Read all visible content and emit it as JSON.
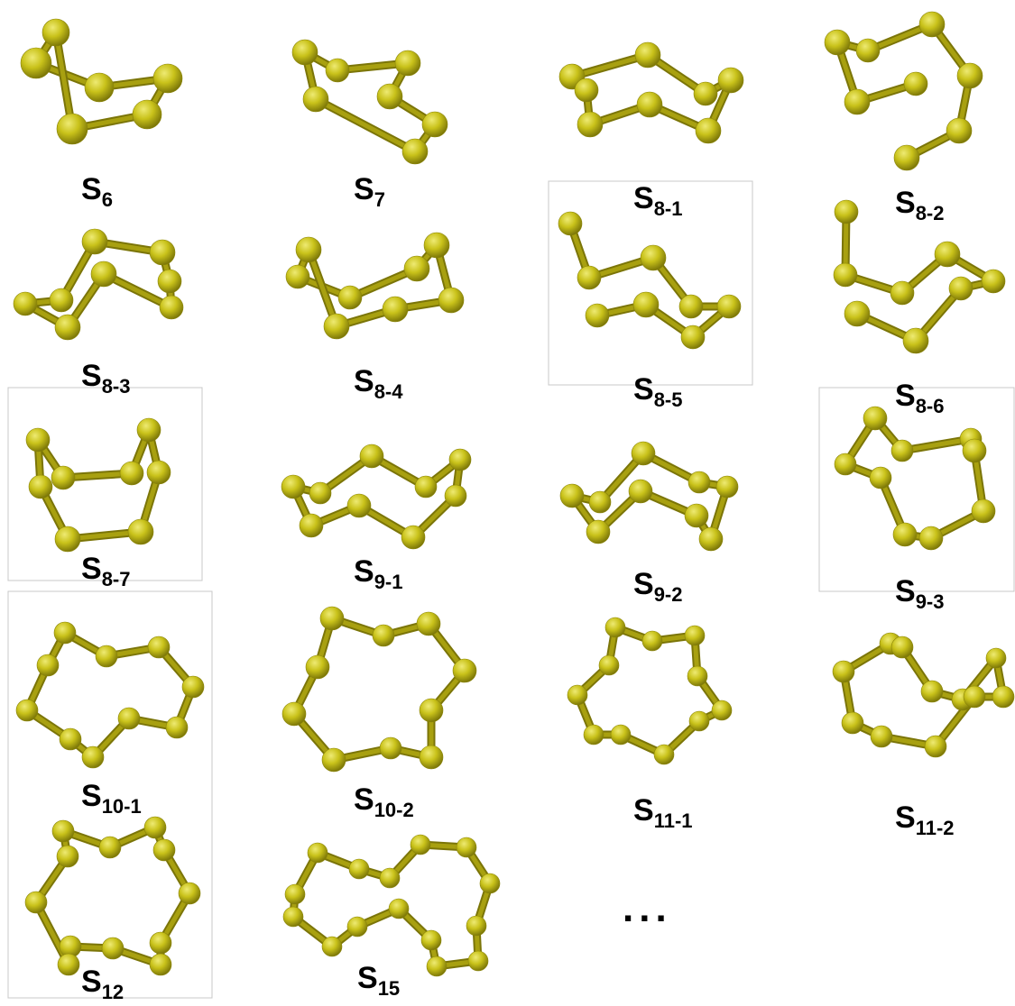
{
  "figure": {
    "colors": {
      "atom": "#c9c21a",
      "atom_highlight": "#eeea73",
      "atom_shadow": "#6f6a05",
      "bond": "#a8a010",
      "bond_dark": "#7b7508"
    },
    "ellipsis": "...",
    "structures": [
      {
        "id": "s6",
        "base": "S",
        "sub": "6"
      },
      {
        "id": "s7",
        "base": "S",
        "sub": "7"
      },
      {
        "id": "s8-1",
        "base": "S",
        "sub": "8-1"
      },
      {
        "id": "s8-2",
        "base": "S",
        "sub": "8-2"
      },
      {
        "id": "s8-3",
        "base": "S",
        "sub": "8-3"
      },
      {
        "id": "s8-4",
        "base": "S",
        "sub": "8-4"
      },
      {
        "id": "s8-5",
        "base": "S",
        "sub": "8-5"
      },
      {
        "id": "s8-6",
        "base": "S",
        "sub": "8-6"
      },
      {
        "id": "s8-7",
        "base": "S",
        "sub": "8-7"
      },
      {
        "id": "s9-1",
        "base": "S",
        "sub": "9-1"
      },
      {
        "id": "s9-2",
        "base": "S",
        "sub": "9-2"
      },
      {
        "id": "s9-3",
        "base": "S",
        "sub": "9-3"
      },
      {
        "id": "s10-1",
        "base": "S",
        "sub": "10-1"
      },
      {
        "id": "s10-2",
        "base": "S",
        "sub": "10-2"
      },
      {
        "id": "s11-1",
        "base": "S",
        "sub": "11-1"
      },
      {
        "id": "s11-2",
        "base": "S",
        "sub": "11-2"
      },
      {
        "id": "s12",
        "base": "S",
        "sub": "12"
      },
      {
        "id": "s15",
        "base": "S",
        "sub": "15"
      }
    ]
  }
}
